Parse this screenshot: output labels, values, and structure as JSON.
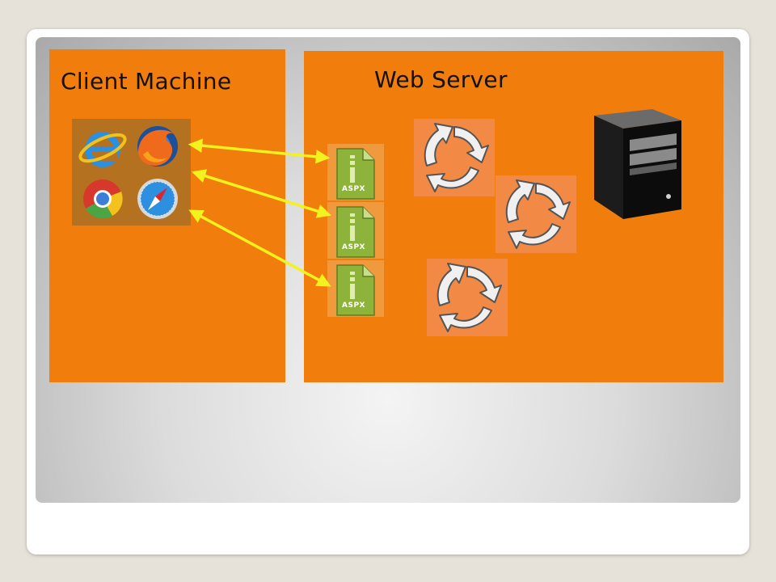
{
  "slide": {
    "client": {
      "title": "Client Machine"
    },
    "server": {
      "title": "Web Server"
    }
  },
  "browsers": [
    "internet-explorer-icon",
    "firefox-icon",
    "chrome-icon",
    "safari-icon"
  ],
  "pages": [
    {
      "label": "ASPX"
    },
    {
      "label": "ASPX"
    },
    {
      "label": "ASPX"
    }
  ],
  "processes": [
    "cycle-icon",
    "cycle-icon",
    "cycle-icon"
  ],
  "colors": {
    "panel": "#f07d0c",
    "arrow": "#f2f21e",
    "page": "#8db33a"
  }
}
